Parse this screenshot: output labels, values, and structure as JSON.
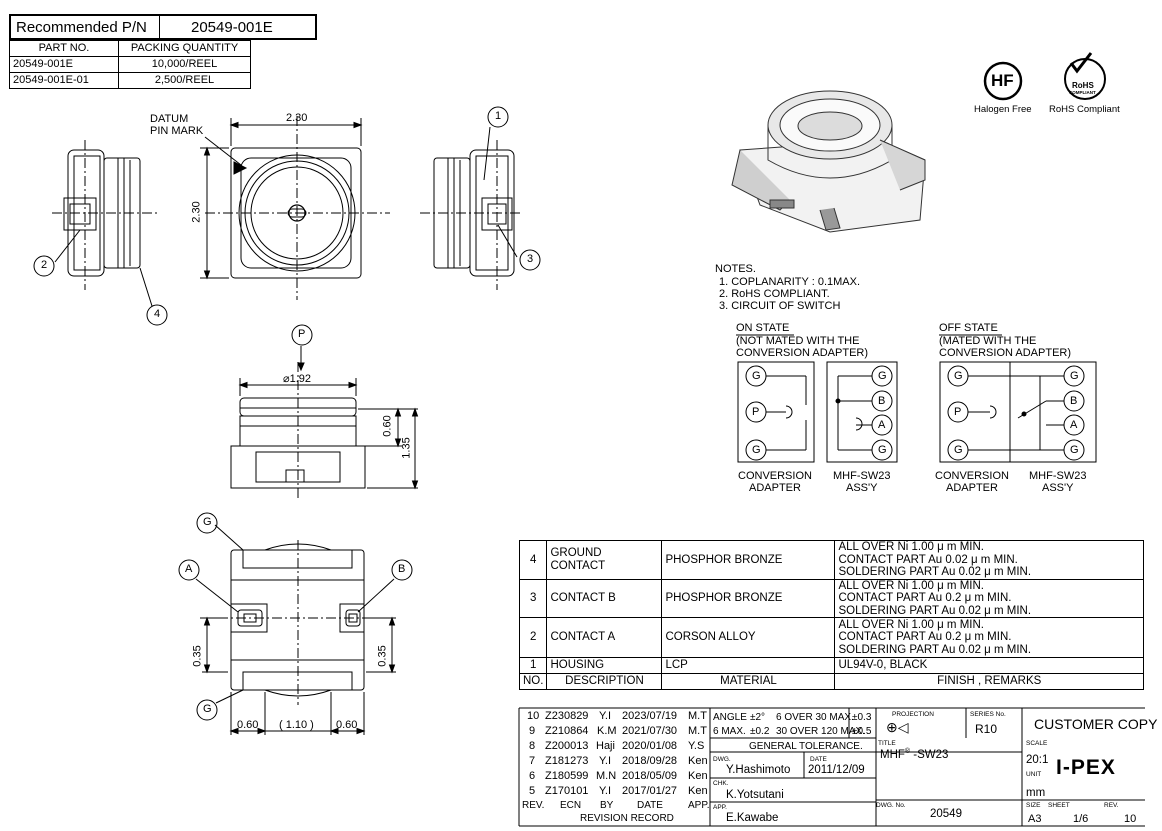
{
  "header": {
    "recommended_label": "Recommended P/N",
    "recommended_value": "20549-001E"
  },
  "packing_table": {
    "headers": [
      "PART NO.",
      "PACKING QUANTITY"
    ],
    "rows": [
      [
        "20549-001E",
        "10,000/REEL"
      ],
      [
        "20549-001E-01",
        "2,500/REEL"
      ]
    ]
  },
  "badges": {
    "halogen_text": "HF",
    "halogen_label": "Halogen Free",
    "rohs_text": "RoHS",
    "rohs_sub": "COMPLIANT",
    "rohs_label": "RoHS Compliant"
  },
  "top_view": {
    "datum_label_1": "DATUM",
    "datum_label_2": "PIN MARK",
    "width_dim": "2.30",
    "height_dim": "2.30",
    "balloon_1": "1",
    "balloon_2": "2",
    "balloon_3": "3",
    "balloon_4": "4"
  },
  "side_view": {
    "arrow_label": "P",
    "dia_dim": "⌀1.92",
    "dim_060": "0.60",
    "dim_135": "1.35"
  },
  "bottom_view": {
    "g_top": "G",
    "g_bottom": "G",
    "a_label": "A",
    "b_label": "B",
    "dim_035_left": "0.35",
    "dim_035_right": "0.35",
    "dim_060_left": "0.60",
    "dim_110": "( 1.10 )",
    "dim_060_right": "0.60"
  },
  "notes": {
    "heading": "NOTES.",
    "items": [
      "1. COPLANARITY : 0.1MAX.",
      "2. RoHS COMPLIANT.",
      "3. CIRCUIT OF SWITCH"
    ]
  },
  "circuits": {
    "on_title": "ON STATE",
    "on_sub1": "(NOT MATED WITH THE",
    "on_sub2": "CONVERSION ADAPTER)",
    "off_title": "OFF STATE",
    "off_sub1": "(MATED WITH THE",
    "off_sub2": "CONVERSION ADAPTER)",
    "conv_label_1": "CONVERSION",
    "conv_label_2": "ADAPTER",
    "assy_label_1": "MHF-SW23",
    "assy_label_2": "ASS'Y",
    "g": "G",
    "p": "P",
    "a": "A",
    "b": "B"
  },
  "materials": {
    "rows": [
      {
        "no": "4",
        "desc": "GROUND CONTACT",
        "material": "PHOSPHOR BRONZE",
        "remarks": [
          "ALL OVER Ni 1.00 μ m MIN.",
          "CONTACT PART Au 0.02 μ m MIN.",
          "SOLDERING PART Au 0.02 μ m MIN."
        ]
      },
      {
        "no": "3",
        "desc": "CONTACT B",
        "material": "PHOSPHOR BRONZE",
        "remarks": [
          "ALL OVER Ni 1.00 μ m MIN.",
          "CONTACT PART Au 0.2 μ m MIN.",
          "SOLDERING PART Au 0.02 μ m MIN."
        ]
      },
      {
        "no": "2",
        "desc": "CONTACT A",
        "material": "CORSON ALLOY",
        "remarks": [
          "ALL OVER Ni 1.00 μ m MIN.",
          "CONTACT PART Au 0.2 μ m MIN.",
          "SOLDERING PART Au 0.02 μ m MIN."
        ]
      },
      {
        "no": "1",
        "desc": "HOUSING",
        "material": "LCP",
        "remarks": [
          "UL94V-0, BLACK"
        ]
      }
    ],
    "header": {
      "no": "NO.",
      "desc": "DESCRIPTION",
      "material": "MATERIAL",
      "remarks": "FINISH , REMARKS"
    }
  },
  "revisions": {
    "rows": [
      [
        "10",
        "Z230829",
        "Y.I",
        "2023/07/19",
        "M.T"
      ],
      [
        "9",
        "Z210864",
        "K.M",
        "2021/07/30",
        "M.T"
      ],
      [
        "8",
        "Z200013",
        "Haji",
        "2020/01/08",
        "Y.S"
      ],
      [
        "7",
        "Z181273",
        "Y.I",
        "2018/09/28",
        "Ken"
      ],
      [
        "6",
        "Z180599",
        "M.N",
        "2018/05/09",
        "Ken"
      ],
      [
        "5",
        "Z170101",
        "Y.I",
        "2017/01/27",
        "Ken"
      ]
    ],
    "header": [
      "REV.",
      "ECN",
      "BY",
      "DATE",
      "APP."
    ],
    "footer": "REVISION RECORD"
  },
  "title_block": {
    "angle_label": "ANGLE",
    "angle_val": "±2°",
    "six_over_30": "6 OVER 30 MAX.",
    "tol_03": "±0.3",
    "six_max": "6 MAX.",
    "tol_02": "±0.2",
    "thirty_over_120": "30 OVER 120 MAX.",
    "tol_05": "±0.5",
    "general_tol": "GENERAL TOLERANCE.",
    "projection_label": "PROJECTION",
    "series_label": "SERIES No.",
    "series_value": "R10",
    "customer_copy": "CUSTOMER COPY",
    "dwg_label": "DWG.",
    "dwg_name": "Y.Hashimoto",
    "date_label": "DATE",
    "date_value": "2011/12/09",
    "title_label": "TITLE",
    "title_value": "MHF",
    "title_sup": "®",
    "title_suffix": " -SW23",
    "scale_label": "SCALE",
    "scale_value": "20:1",
    "unit_label": "UNIT",
    "unit_value": "mm",
    "brand": "I-PEX",
    "chk_label": "CHK.",
    "chk_name": "K.Yotsutani",
    "app_label": "APP.",
    "app_name": "E.Kawabe",
    "dwg_no_label": "DWG. No.",
    "dwg_no_value": "20549",
    "size_label": "SIZE",
    "size_value": "A3",
    "sheet_label": "SHEET",
    "sheet_value": "1/6",
    "rev_label": "REV.",
    "rev_value": "10"
  }
}
